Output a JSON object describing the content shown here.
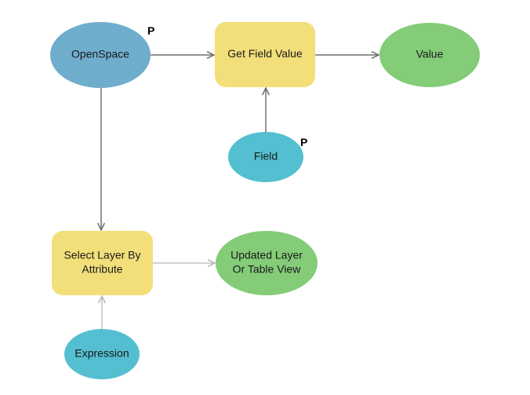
{
  "diagram": {
    "type": "model-builder",
    "colors": {
      "variable_input": "#6fadcc",
      "variable_value": "#53bfd0",
      "tool": "#f2df7a",
      "output": "#84cc78",
      "edge_dark": "#707070",
      "edge_light": "#b8b8b8"
    },
    "nodes": [
      {
        "id": "openspace",
        "label": [
          "OpenSpace"
        ],
        "kind": "input-variable",
        "parameter": true
      },
      {
        "id": "get-field-value",
        "label": [
          "Get Field Value"
        ],
        "kind": "tool",
        "parameter": false
      },
      {
        "id": "value",
        "label": [
          "Value"
        ],
        "kind": "output",
        "parameter": false
      },
      {
        "id": "field",
        "label": [
          "Field"
        ],
        "kind": "value-variable",
        "parameter": true
      },
      {
        "id": "select-layer-by-attribute",
        "label": [
          "Select Layer By",
          "Attribute"
        ],
        "kind": "tool",
        "parameter": false
      },
      {
        "id": "updated-layer",
        "label": [
          "Updated Layer",
          "Or Table View"
        ],
        "kind": "output",
        "parameter": false
      },
      {
        "id": "expression",
        "label": [
          "Expression"
        ],
        "kind": "value-variable",
        "parameter": false
      }
    ],
    "edges": [
      {
        "from": "openspace",
        "to": "get-field-value",
        "style": "dark"
      },
      {
        "from": "get-field-value",
        "to": "value",
        "style": "dark"
      },
      {
        "from": "field",
        "to": "get-field-value",
        "style": "dark"
      },
      {
        "from": "openspace",
        "to": "select-layer-by-attribute",
        "style": "dark"
      },
      {
        "from": "select-layer-by-attribute",
        "to": "updated-layer",
        "style": "light"
      },
      {
        "from": "expression",
        "to": "select-layer-by-attribute",
        "style": "light"
      }
    ],
    "parameter_badge": "P"
  }
}
